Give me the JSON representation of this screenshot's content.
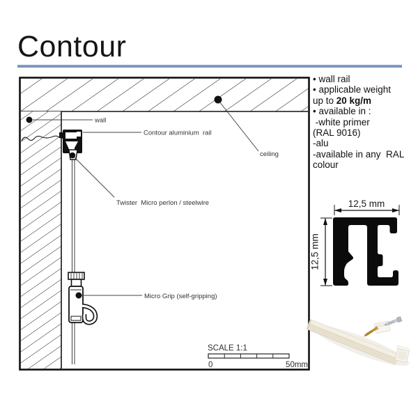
{
  "page_title": "Contour",
  "accent_color": "#7b9cc4",
  "sidebar": {
    "bullet_wall_rail": "• wall rail",
    "bullet_weight": "• applicable weight",
    "weight_prefix": "up to ",
    "weight_value": "20 kg/m",
    "bullet_available": "• available in :",
    "opt_white_primer": " -white primer",
    "opt_white_primer_ral": "(RAL 9016)",
    "opt_alu": "-alu",
    "opt_any_ral_1": "-available in any  RAL",
    "opt_any_ral_2": "colour"
  },
  "drawing": {
    "label_wall": "wall",
    "label_ceiling": "ceiling",
    "label_rail": "Contour aluminium  rail",
    "label_twister": "Twister  Micro perlon / steelwire",
    "label_grip": "Micro Grip (self-gripping)",
    "scale_label": "SCALE 1:1",
    "scale_start": "0",
    "scale_end": "50mm"
  },
  "profile": {
    "width_label": "12,5 mm",
    "height_label": "12,5 mm"
  }
}
